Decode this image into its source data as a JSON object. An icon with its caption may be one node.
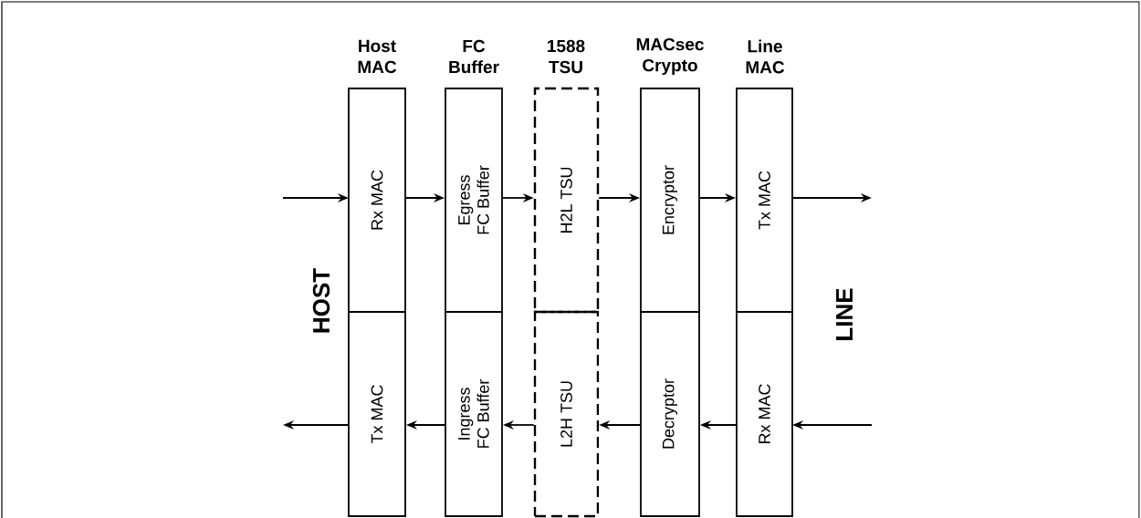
{
  "diagram": {
    "nodes": [
      {
        "text": [
          "Rx MAC"
        ]
      },
      {
        "text": [
          "Tx MAC"
        ]
      },
      {
        "text": [
          "Egress FC Buffer"
        ]
      },
      {
        "text": [
          "Ingress FC Buffer"
        ]
      },
      {
        "text": [
          "H2L TSU"
        ]
      },
      {
        "text": [
          "L2H TSU"
        ]
      },
      {
        "text": [
          "Encryptor"
        ]
      },
      {
        "text": [
          "Decryptor"
        ]
      },
      {
        "text": [
          "Tx MAC"
        ]
      },
      {
        "text": [
          "Rx MAC"
        ]
      }
    ],
    "edges": [
      {
        "from": null,
        "to": 0,
        "arrow": "to"
      },
      {
        "from": 0,
        "to": 2,
        "arrow": "to"
      },
      {
        "from": 2,
        "to": 4,
        "arrow": "to"
      },
      {
        "from": 4,
        "to": 6,
        "arrow": "to"
      },
      {
        "from": 6,
        "to": 8,
        "arrow": "to"
      },
      {
        "from": 8,
        "to": null,
        "arrow": "to"
      },
      {
        "from": null,
        "to": 9,
        "arrow": "to"
      },
      {
        "from": 9,
        "to": 7,
        "arrow": "to"
      },
      {
        "from": 7,
        "to": 5,
        "arrow": "to"
      },
      {
        "from": 5,
        "to": 3,
        "arrow": "to"
      },
      {
        "from": 3,
        "to": 1,
        "arrow": "to"
      },
      {
        "from": 1,
        "to": null,
        "arrow": "to"
      }
    ],
    "labels": [
      "Host MAC",
      "FC Buffer",
      "1588 TSU",
      "MACsec Crypto",
      "Line MAC",
      "HOST",
      "LINE"
    ]
  }
}
